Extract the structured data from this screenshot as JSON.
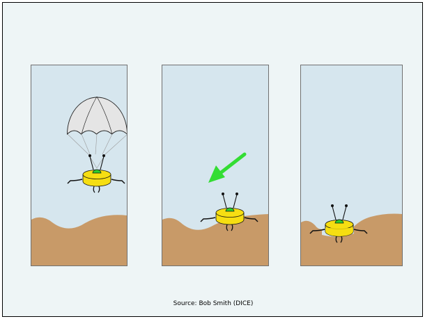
{
  "caption": "Source: Bob Smith (DICE)",
  "colors": {
    "sky": "#d6e6ee",
    "ground": "#c89a68",
    "slide_background": "#eef5f6",
    "probe_body": "#f6de12",
    "probe_dome": "#2ecc2e",
    "parachute": "#e5e5e5",
    "arrow": "#33dd33"
  },
  "panels": [
    {
      "stage": "parachute-descent"
    },
    {
      "stage": "approaching-ground"
    },
    {
      "stage": "landed"
    }
  ]
}
